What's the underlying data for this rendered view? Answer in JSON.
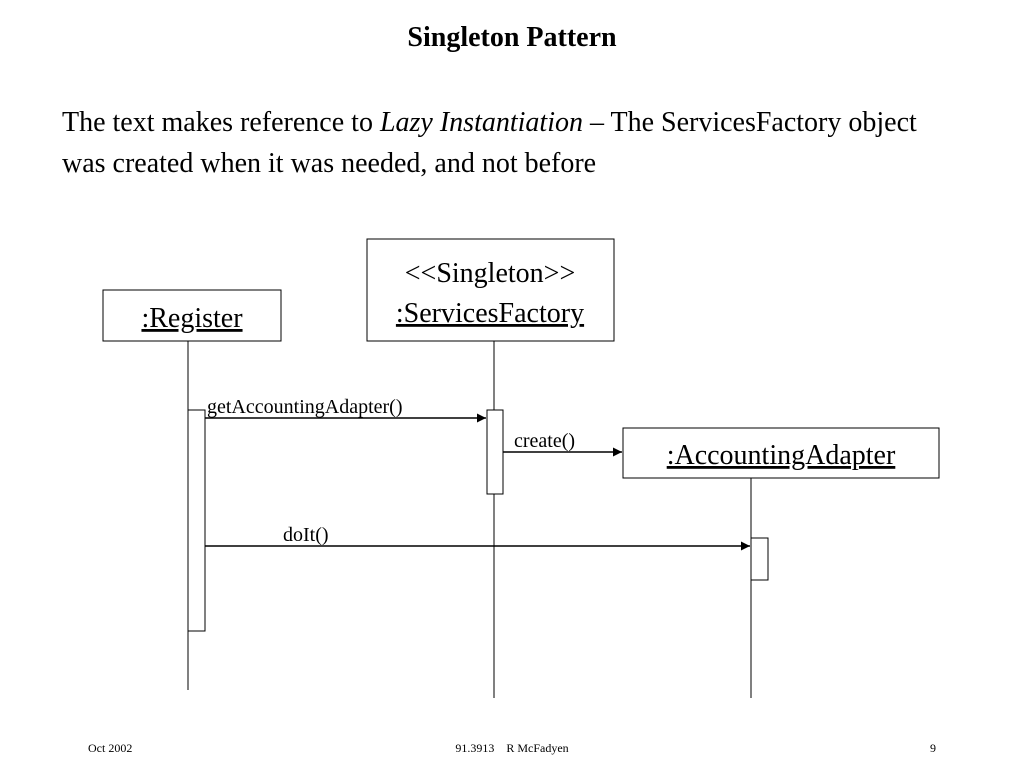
{
  "slide": {
    "title": "Singleton Pattern",
    "body": {
      "before": "The text makes reference to ",
      "emphasis": "Lazy Instantiation",
      "after": " – The ServicesFactory object was created when it was needed, and not before"
    }
  },
  "diagram": {
    "objects": {
      "register": ":Register",
      "factory_stereotype": "<<Singleton>>",
      "factory": ":ServicesFactory",
      "adapter": ":AccountingAdapter"
    },
    "messages": {
      "get_adapter": "getAccountingAdapter()",
      "create": "create()",
      "do_it": "doIt()"
    }
  },
  "footer": {
    "date": "Oct 2002",
    "course": "91.3913",
    "author": "R McFadyen",
    "page": "9"
  }
}
